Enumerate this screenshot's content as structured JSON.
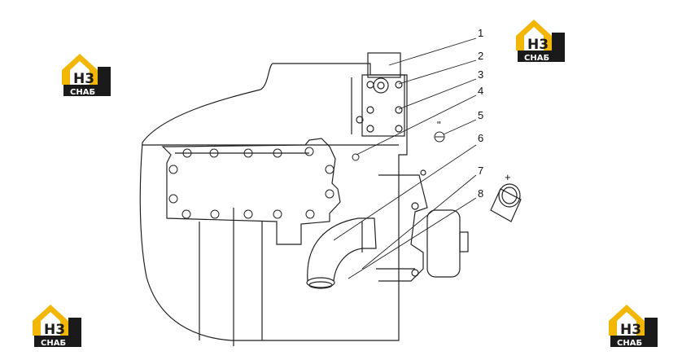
{
  "callouts": [
    "1",
    "2",
    "3",
    "4",
    "5",
    "6",
    "7",
    "8"
  ],
  "logo": {
    "letters": "H3",
    "subtitle": "СНАБ",
    "accent_color": "#f2b705",
    "dark_color": "#1a1a1a"
  },
  "glyphs": {
    "plus_marker": "+",
    "quote_marker": "\""
  },
  "colors": {
    "line": "#222222",
    "background": "#ffffff"
  }
}
